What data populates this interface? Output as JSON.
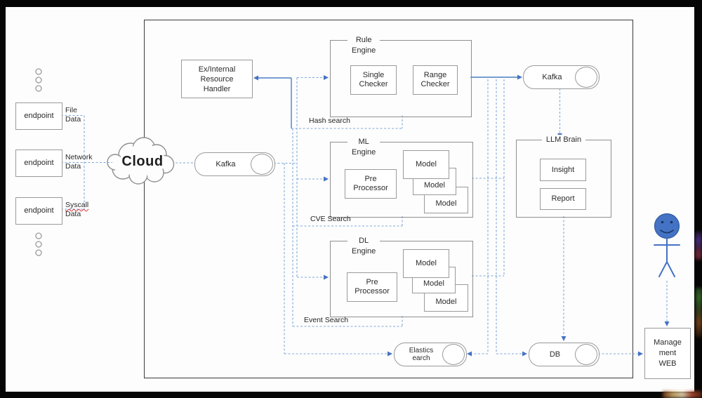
{
  "colors": {
    "accent_blue": "#4472c4",
    "dashed_line_blue": "#7fa8dc",
    "box_border_gray": "#9a9a9a",
    "outer_border": "#3a3a3a",
    "error_underline_red": "#e03131",
    "person_fill": "#4472c4"
  },
  "left": {
    "cloud_label": "Cloud",
    "endpoints": [
      {
        "label": "endpoint",
        "data_line1": "File",
        "data_line2": "Data"
      },
      {
        "label": "endpoint",
        "data_line1": "Network",
        "data_line2": "Data"
      },
      {
        "label": "endpoint",
        "data_line1": "Syscall",
        "data_line2": "Data"
      }
    ]
  },
  "pipeline": {
    "kafka_in": "Kafka",
    "kafka_out": "Kafka",
    "resource_handler": "Ex/Internal\nResource\nHandler",
    "engines": [
      {
        "title": "Rule\nEngine",
        "checker1": "Single\nChecker",
        "checker2": "Range\nChecker",
        "search_label": "Hash search"
      },
      {
        "title": "ML\nEngine",
        "preprocessor": "Pre\nProcessor",
        "models": [
          "Model",
          "Model",
          "Model"
        ],
        "search_label": "CVE Search"
      },
      {
        "title": "DL\nEngine",
        "preprocessor": "Pre\nProcessor",
        "models": [
          "Model",
          "Model",
          "Model"
        ],
        "search_label": "Event Search"
      }
    ],
    "llm": {
      "title": "LLM Brain",
      "item1": "Insight",
      "item2": "Report"
    },
    "storage": {
      "elasticsearch": "Elastics\nearch",
      "db": "DB"
    },
    "management_web": "Manage\nment\nWEB"
  }
}
